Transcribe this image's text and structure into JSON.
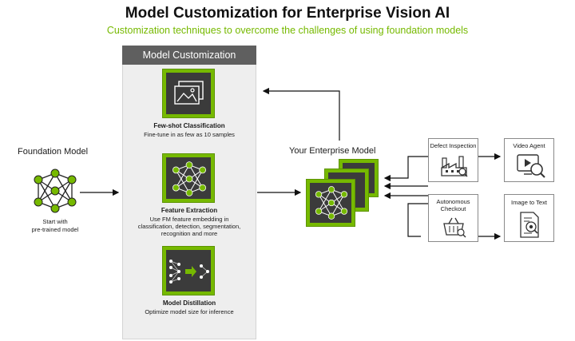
{
  "title": "Model Customization for Enterprise Vision AI",
  "subtitle": "Customization techniques to overcome the challenges of using foundation models",
  "foundation": {
    "label": "Foundation Model",
    "caption_line1": "Start with",
    "caption_line2": "pre-trained model"
  },
  "customization": {
    "header": "Model Customization",
    "steps": [
      {
        "title": "Few-shot Classification",
        "desc_lines": [
          "Fine-tune in as few as 10 samples"
        ]
      },
      {
        "title": "Feature Extraction",
        "desc_lines": [
          "Use FM feature embedding in",
          "classification, detection, segmentation,",
          "recognition and more"
        ]
      },
      {
        "title": "Model Distillation",
        "desc_lines": [
          "Optimize model size for inference"
        ]
      }
    ]
  },
  "enterprise": {
    "label": "Your Enterprise Model"
  },
  "use_cases": {
    "defect": "Defect Inspection",
    "video": "Video Agent",
    "checkout_line1": "Autonomous",
    "checkout_line2": "Checkout",
    "image_text": "Image to Text"
  },
  "colors": {
    "accent": "#76b900",
    "panel": "#eeeeee",
    "header": "#5f5f5f",
    "tile_inner": "#3b3b3b"
  },
  "icons": [
    "neural-network-icon",
    "images-icon",
    "distillation-icon",
    "factory-icon",
    "video-search-icon",
    "shopping-basket-icon",
    "document-search-icon"
  ]
}
